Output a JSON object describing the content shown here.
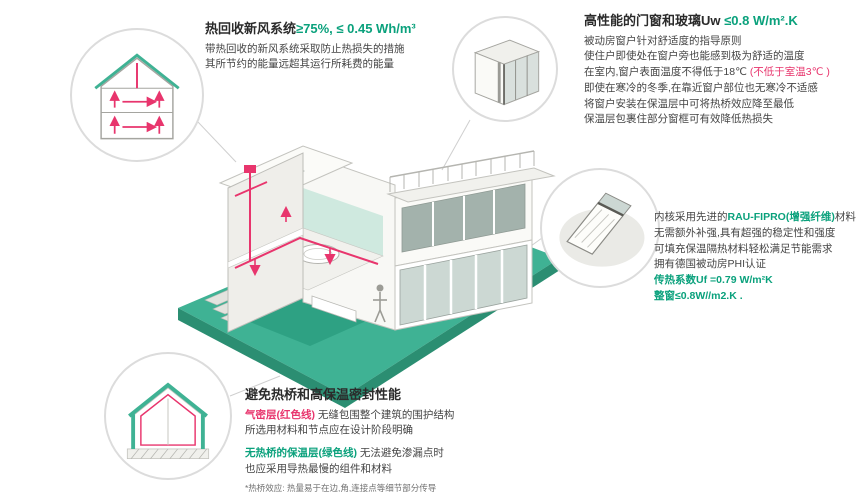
{
  "colors": {
    "teal_platform": "#3fb294",
    "teal_platform_dark": "#2b8e72",
    "accent_green_text": "#0aa17c",
    "accent_pink": "#e8356d",
    "ink": "#2b2b2b",
    "body_text": "#454545",
    "circle_border": "#dcdcdc"
  },
  "heat_recovery": {
    "title_black": "热回收新风系统",
    "title_green": "≥75%, ≤ 0.45 Wh/m³",
    "line1": "带热回收的新风系统采取防止热损失的措施",
    "line2": "其所节约的能量远超其运行所耗费的能量"
  },
  "windows": {
    "title_black": "高性能的门窗和玻璃Uw ",
    "title_green": "≤0.8 W/m².K",
    "line1": "被动房窗户针对舒适度的指导原则",
    "line2": "使住户即使处在窗户旁也能感到极为舒适的温度",
    "line3_black": "在室内,窗户表面温度不得低于18℃ ",
    "line3_red": "(不低于室温3℃ )",
    "line4": "即使在寒冷的冬季,在靠近窗户部位也无寒冷不适感",
    "line5": "将窗户安装在保温层中可将热桥效应降至最低",
    "line6": "保温层包裹住部分窗框可有效降低热损失"
  },
  "profile": {
    "line1_black": "内核采用先进的",
    "line1_green": "RAU-FIPRO(增强纤维)",
    "line1_tail": "材料",
    "line2": "无需额外补强,具有超强的稳定性和强度",
    "line3": "可填充保温隔热材料轻松满足节能需求",
    "line4": "拥有德国被动房PHI认证",
    "line5_green": "传热系数Uf =0.79 W/m²K",
    "line6_green": "整窗≤0.8W//m2.K ."
  },
  "thermal": {
    "title": "避免热桥和高保温密封性能",
    "p1_label": "气密层(红色线)",
    "p1_text": " 无缝包围整个建筑的围护结构",
    "p1_line2": "所选用材料和节点应在设计阶段明确",
    "p2_label": "无热桥的保温层(绿色线)",
    "p2_text": " 无法避免渗漏点时",
    "p2_line2": "也应采用导热最慢的组件和材料",
    "footnote": "*热桥效应: 热量易于在边,角,连接点等细节部分传导"
  }
}
